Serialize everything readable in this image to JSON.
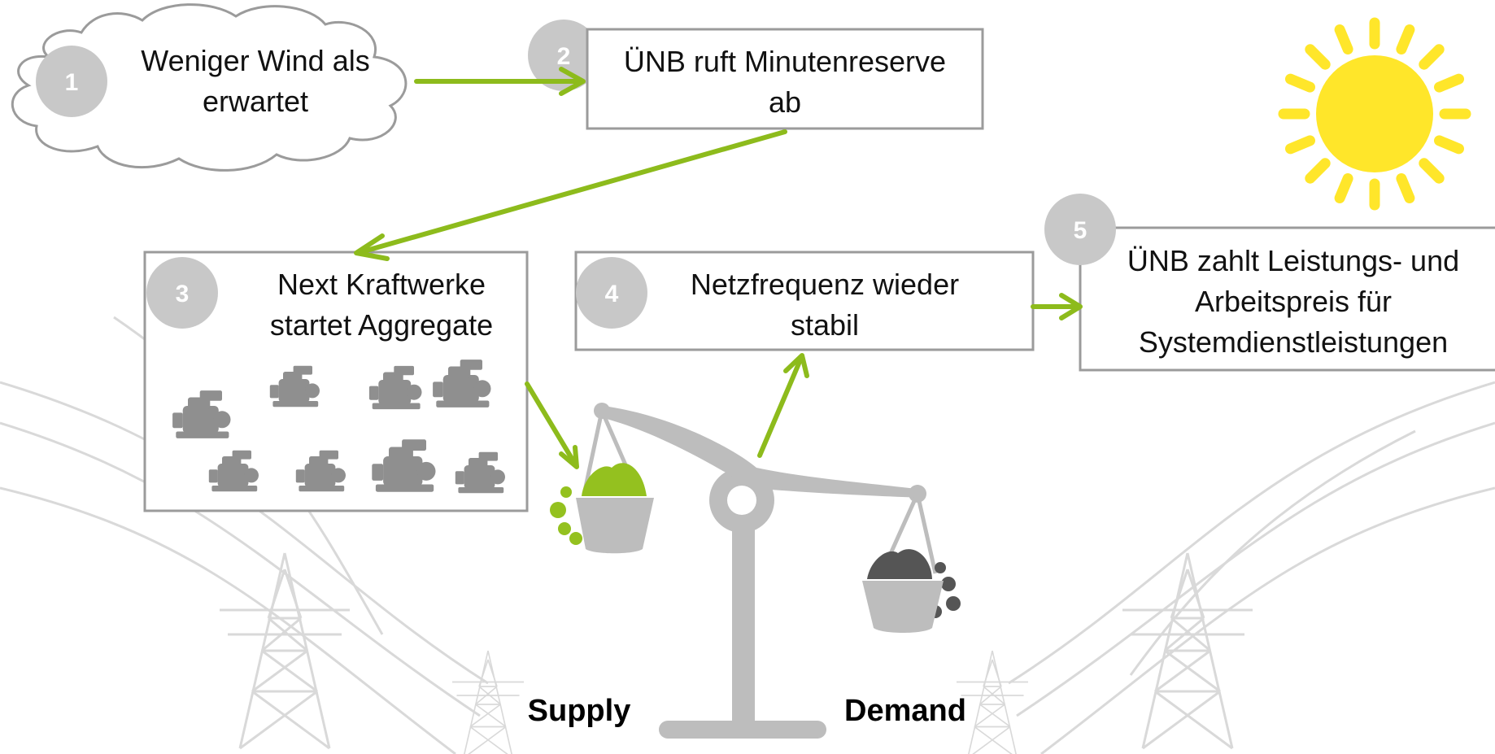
{
  "colors": {
    "arrow": "#8dbb1c",
    "box_border": "#9b9b9b",
    "badge": "#c8c8c8",
    "badge_text": "#ffffff",
    "sun": "#ffe62a",
    "scale": "#bdbdbd",
    "pylon": "#d9d9d9",
    "supply_load": "#94c11f",
    "demand_load": "#555555",
    "generator": "#8f8f8f"
  },
  "steps": [
    {
      "number": "1",
      "lines": [
        "Weniger Wind als",
        "erwartet"
      ]
    },
    {
      "number": "2",
      "lines": [
        "ÜNB ruft Minutenreserve",
        "ab"
      ]
    },
    {
      "number": "3",
      "lines": [
        "Next Kraftwerke",
        "startet Aggregate"
      ]
    },
    {
      "number": "4",
      "lines": [
        "Netzfrequenz wieder",
        "stabil"
      ]
    },
    {
      "number": "5",
      "lines": [
        "ÜNB zahlt Leistungs- und",
        "Arbeitspreis für",
        "Systemdienstleistungen"
      ]
    }
  ],
  "scale": {
    "supply_label": "Supply",
    "demand_label": "Demand"
  },
  "icons": {
    "weather": "sun-icon",
    "step1_shape": "cloud-icon",
    "aggregates": "generator-icon",
    "balance": "balance-scale-icon",
    "background": "power-pylon-icon"
  }
}
